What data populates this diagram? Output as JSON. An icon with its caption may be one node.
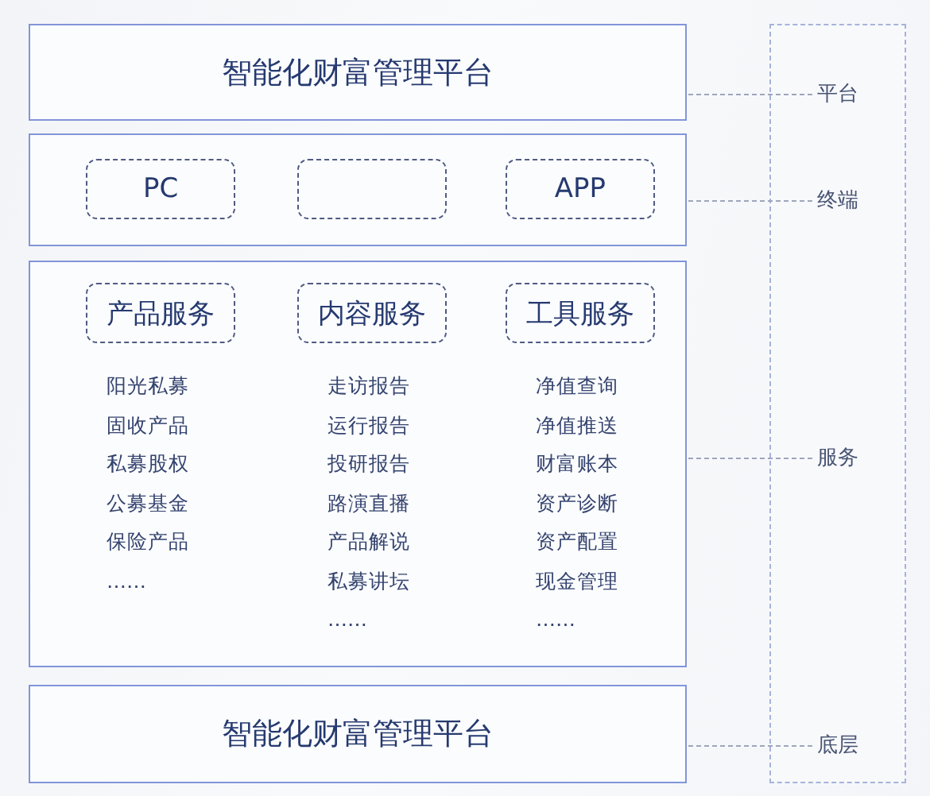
{
  "diagram": {
    "nodes": [
      {
        "text": [
          "智能化财富管理平台"
        ]
      },
      {
        "text": [],
        "shape": "box"
      },
      {
        "text": [
          "PC"
        ],
        "in": 1
      },
      {
        "text": [],
        "shape": "box",
        "in": 1
      },
      {
        "text": [
          "APP"
        ],
        "in": 1
      },
      {
        "text": [],
        "shape": "box"
      },
      {
        "text": [
          "产品服务"
        ],
        "in": 5,
        "beside": [
          "阳光私募",
          "固收产品",
          "私募股权",
          "公募基金",
          "保险产品",
          "……"
        ]
      },
      {
        "text": [
          "内容服务"
        ],
        "in": 5,
        "beside": [
          "走访报告",
          "运行报告",
          "投研报告",
          "路演直播",
          "产品解说",
          "私募讲坛",
          "……"
        ]
      },
      {
        "text": [
          "工具服务"
        ],
        "in": 5,
        "beside": [
          "净值查询",
          "净值推送",
          "财富账本",
          "资产诊断",
          "资产配置",
          "现金管理",
          "……"
        ]
      },
      {
        "text": [
          "智能化财富管理平台"
        ]
      },
      {
        "text": [],
        "shape": "box"
      },
      {
        "text": [
          "平台"
        ],
        "in": 10
      },
      {
        "text": [
          "终端"
        ],
        "in": 10
      },
      {
        "text": [
          "服务"
        ],
        "in": 10
      },
      {
        "text": [
          "底层"
        ],
        "in": 10
      }
    ],
    "edges": [
      {
        "from": 0,
        "to": 11,
        "arrow": "none",
        "style": "dashed"
      },
      {
        "from": 1,
        "to": 12,
        "arrow": "none",
        "style": "dashed"
      },
      {
        "from": 5,
        "to": 13,
        "arrow": "none",
        "style": "dashed"
      },
      {
        "from": 9,
        "to": 14,
        "arrow": "none",
        "style": "dashed"
      }
    ]
  }
}
